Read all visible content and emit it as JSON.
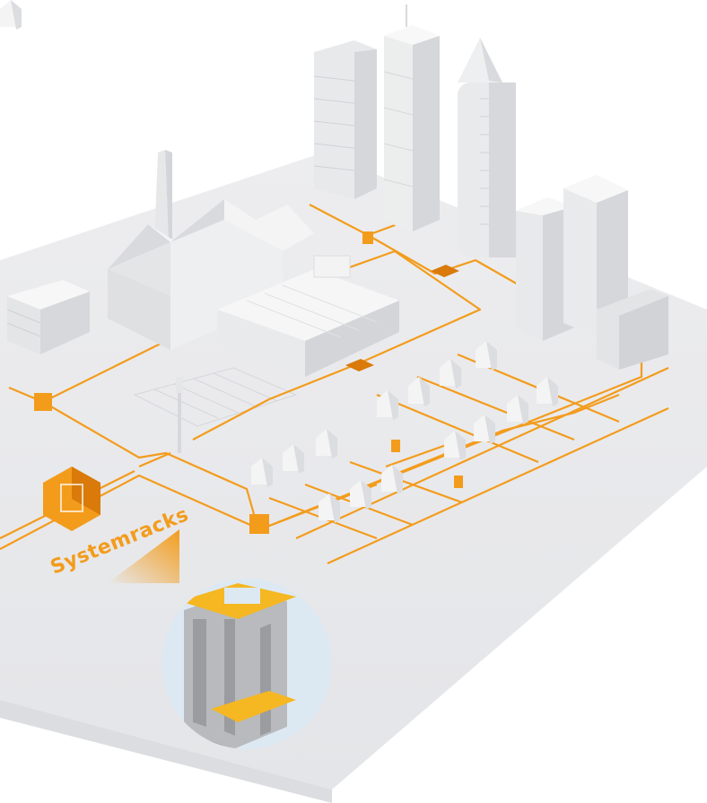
{
  "diagram": {
    "label": "Systemracks",
    "colors": {
      "accent": "#f39c1c",
      "accent_dark": "#d97a0a",
      "ground": "#e9eaec",
      "building_top": "#f7f7f8",
      "building_left": "#e4e5e7",
      "building_right": "#d3d5d8",
      "rack_circle_bg": "#dde9f2"
    },
    "elements": [
      "skyscraper",
      "tower",
      "apartment-block",
      "factory",
      "chimney",
      "warehouse",
      "office-building",
      "houses",
      "cell-tower",
      "distribution-cabinets",
      "network-cables",
      "systemracks-icon",
      "rack-detail"
    ]
  }
}
